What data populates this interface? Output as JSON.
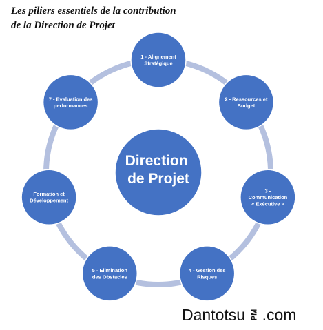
{
  "title": {
    "line1": "Les piliers essentiels de la contribution",
    "line2": "de la Direction de Projet"
  },
  "center": {
    "lines": [
      "Direction",
      "de Projet"
    ]
  },
  "nodes": [
    {
      "lines": [
        "1 - Alignement",
        "Stratégique"
      ]
    },
    {
      "lines": [
        "2 - Ressources et",
        "Budget"
      ]
    },
    {
      "lines": [
        "3 -",
        "Communication",
        "« Exécutive »"
      ]
    },
    {
      "lines": [
        "4 - Gestion des",
        "Risques"
      ]
    },
    {
      "lines": [
        "5 - Elimination",
        "des Obstacles"
      ]
    },
    {
      "lines": [
        "Formation et",
        "Développement"
      ]
    },
    {
      "lines": [
        "7 - Evaluation des",
        "performances"
      ]
    }
  ],
  "colors": {
    "node": "#4472c4",
    "node_stroke": "#ffffff",
    "ring": "#b4c0df",
    "text": "#ffffff"
  },
  "brand": {
    "name": "Dantotsu",
    "mark": "PM",
    "suffix": ".com"
  }
}
